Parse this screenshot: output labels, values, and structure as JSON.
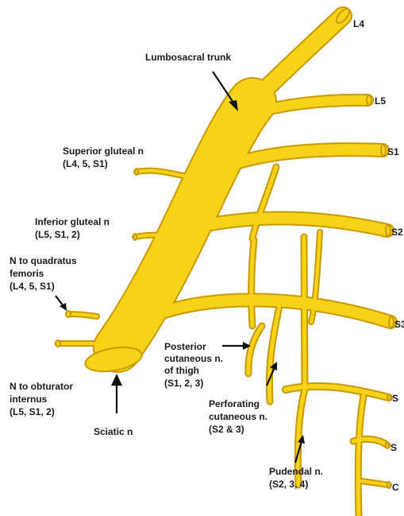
{
  "colors": {
    "nerve": "#f6d219",
    "nerve_outline": "#c99a00",
    "text": "#1a1a1a",
    "background": "#ffffff"
  },
  "roots": {
    "l4": "L4",
    "l5": "L5",
    "s1": "S1",
    "s2": "S2",
    "s3": "S3",
    "s4": "S",
    "s5": "S",
    "co": "C"
  },
  "labels": {
    "lumbosacral_trunk": "Lumbosacral trunk",
    "superior_gluteal": [
      "Superior gluteal n",
      "(L4, 5, S1)"
    ],
    "inferior_gluteal": [
      "Inferior gluteal n",
      "(L5, S1, 2)"
    ],
    "quadratus_femoris": [
      "N to quadratus",
      "femoris",
      "(L4, 5, S1)"
    ],
    "obturator_internus": [
      "N to obturator",
      "internus",
      "(L5, S1, 2)"
    ],
    "sciatic": "Sciatic n",
    "posterior_cutaneous": [
      "Posterior",
      "cutaneous n.",
      "of thigh",
      "(S1, 2, 3)"
    ],
    "perforating_cutaneous": [
      "Perforating",
      "cutaneous n.",
      "(S2 & 3)"
    ],
    "pudendal": [
      "Pudendal n.",
      "(S2, 3, 4)"
    ]
  }
}
